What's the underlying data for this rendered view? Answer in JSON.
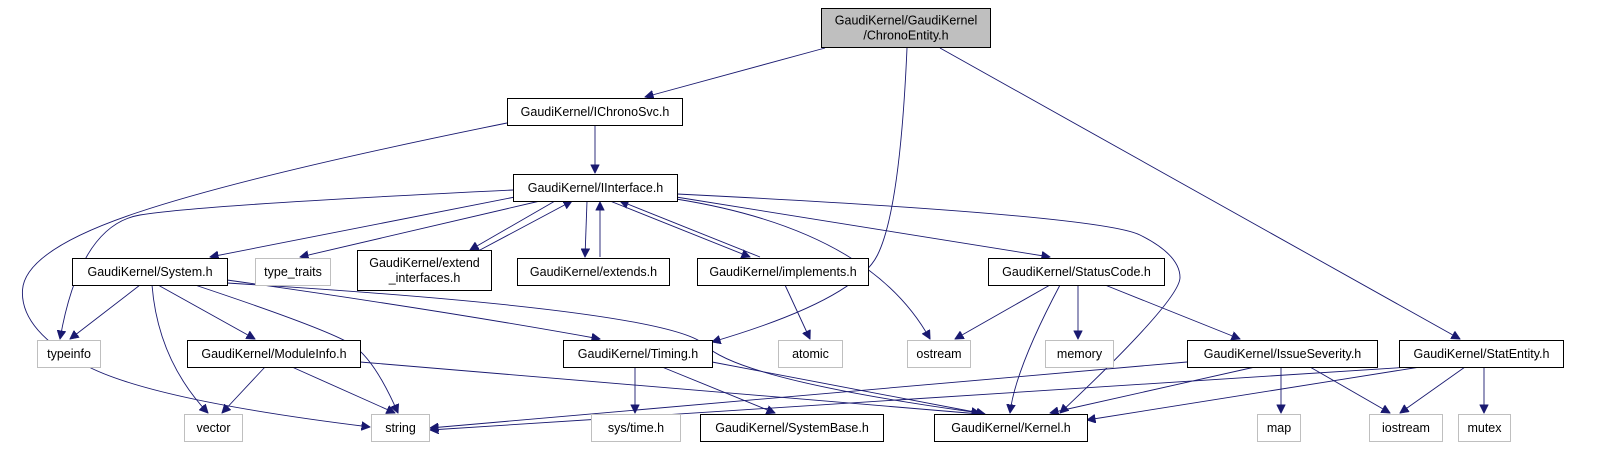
{
  "graph": {
    "style": {
      "edge_color": "#191970",
      "root_fill": "#bfbfbf",
      "internal_border": "#000000",
      "external_border": "#bfbfbf",
      "node_fill": "#ffffff"
    },
    "nodes": [
      {
        "id": "chrono",
        "lines": [
          "GaudiKernel/GaudiKernel",
          "/ChronoEntity.h"
        ],
        "kind": "root"
      },
      {
        "id": "ichrono",
        "lines": [
          "GaudiKernel/IChronoSvc.h"
        ],
        "kind": "internal"
      },
      {
        "id": "iinterface",
        "lines": [
          "GaudiKernel/IInterface.h"
        ],
        "kind": "internal"
      },
      {
        "id": "system",
        "lines": [
          "GaudiKernel/System.h"
        ],
        "kind": "internal"
      },
      {
        "id": "type_traits",
        "lines": [
          "type_traits"
        ],
        "kind": "external"
      },
      {
        "id": "extend_if",
        "lines": [
          "GaudiKernel/extend",
          "_interfaces.h"
        ],
        "kind": "internal"
      },
      {
        "id": "extends",
        "lines": [
          "GaudiKernel/extends.h"
        ],
        "kind": "internal"
      },
      {
        "id": "implements",
        "lines": [
          "GaudiKernel/implements.h"
        ],
        "kind": "internal"
      },
      {
        "id": "statuscode",
        "lines": [
          "GaudiKernel/StatusCode.h"
        ],
        "kind": "internal"
      },
      {
        "id": "typeinfo",
        "lines": [
          "typeinfo"
        ],
        "kind": "external"
      },
      {
        "id": "moduleinfo",
        "lines": [
          "GaudiKernel/ModuleInfo.h"
        ],
        "kind": "internal"
      },
      {
        "id": "timing",
        "lines": [
          "GaudiKernel/Timing.h"
        ],
        "kind": "internal"
      },
      {
        "id": "atomic",
        "lines": [
          "atomic"
        ],
        "kind": "external"
      },
      {
        "id": "ostream",
        "lines": [
          "ostream"
        ],
        "kind": "external"
      },
      {
        "id": "memory",
        "lines": [
          "memory"
        ],
        "kind": "external"
      },
      {
        "id": "issueseverity",
        "lines": [
          "GaudiKernel/IssueSeverity.h"
        ],
        "kind": "internal"
      },
      {
        "id": "statentity",
        "lines": [
          "GaudiKernel/StatEntity.h"
        ],
        "kind": "internal"
      },
      {
        "id": "vector",
        "lines": [
          "vector"
        ],
        "kind": "external"
      },
      {
        "id": "string",
        "lines": [
          "string"
        ],
        "kind": "external"
      },
      {
        "id": "systime",
        "lines": [
          "sys/time.h"
        ],
        "kind": "external"
      },
      {
        "id": "systembase",
        "lines": [
          "GaudiKernel/SystemBase.h"
        ],
        "kind": "internal"
      },
      {
        "id": "kernel",
        "lines": [
          "GaudiKernel/Kernel.h"
        ],
        "kind": "internal"
      },
      {
        "id": "map",
        "lines": [
          "map"
        ],
        "kind": "external"
      },
      {
        "id": "iostream",
        "lines": [
          "iostream"
        ],
        "kind": "external"
      },
      {
        "id": "mutex",
        "lines": [
          "mutex"
        ],
        "kind": "external"
      }
    ],
    "edges": [
      [
        "chrono",
        "ichrono"
      ],
      [
        "chrono",
        "timing"
      ],
      [
        "chrono",
        "statentity"
      ],
      [
        "ichrono",
        "iinterface"
      ],
      [
        "ichrono",
        "string"
      ],
      [
        "iinterface",
        "system"
      ],
      [
        "iinterface",
        "type_traits"
      ],
      [
        "iinterface",
        "extend_if"
      ],
      [
        "iinterface",
        "extends"
      ],
      [
        "iinterface",
        "implements"
      ],
      [
        "iinterface",
        "statuscode"
      ],
      [
        "iinterface",
        "typeinfo"
      ],
      [
        "iinterface",
        "ostream"
      ],
      [
        "iinterface",
        "kernel"
      ],
      [
        "extend_if",
        "iinterface"
      ],
      [
        "extends",
        "iinterface"
      ],
      [
        "implements",
        "iinterface"
      ],
      [
        "implements",
        "atomic"
      ],
      [
        "system",
        "typeinfo"
      ],
      [
        "system",
        "vector"
      ],
      [
        "system",
        "moduleinfo"
      ],
      [
        "system",
        "string"
      ],
      [
        "system",
        "timing"
      ],
      [
        "system",
        "kernel"
      ],
      [
        "moduleinfo",
        "vector"
      ],
      [
        "moduleinfo",
        "string"
      ],
      [
        "moduleinfo",
        "kernel"
      ],
      [
        "timing",
        "systime"
      ],
      [
        "timing",
        "systembase"
      ],
      [
        "timing",
        "kernel"
      ],
      [
        "statuscode",
        "ostream"
      ],
      [
        "statuscode",
        "memory"
      ],
      [
        "statuscode",
        "issueseverity"
      ],
      [
        "statuscode",
        "kernel"
      ],
      [
        "issueseverity",
        "string"
      ],
      [
        "issueseverity",
        "kernel"
      ],
      [
        "issueseverity",
        "map"
      ],
      [
        "issueseverity",
        "iostream"
      ],
      [
        "statentity",
        "string"
      ],
      [
        "statentity",
        "kernel"
      ],
      [
        "statentity",
        "iostream"
      ],
      [
        "statentity",
        "mutex"
      ]
    ]
  }
}
